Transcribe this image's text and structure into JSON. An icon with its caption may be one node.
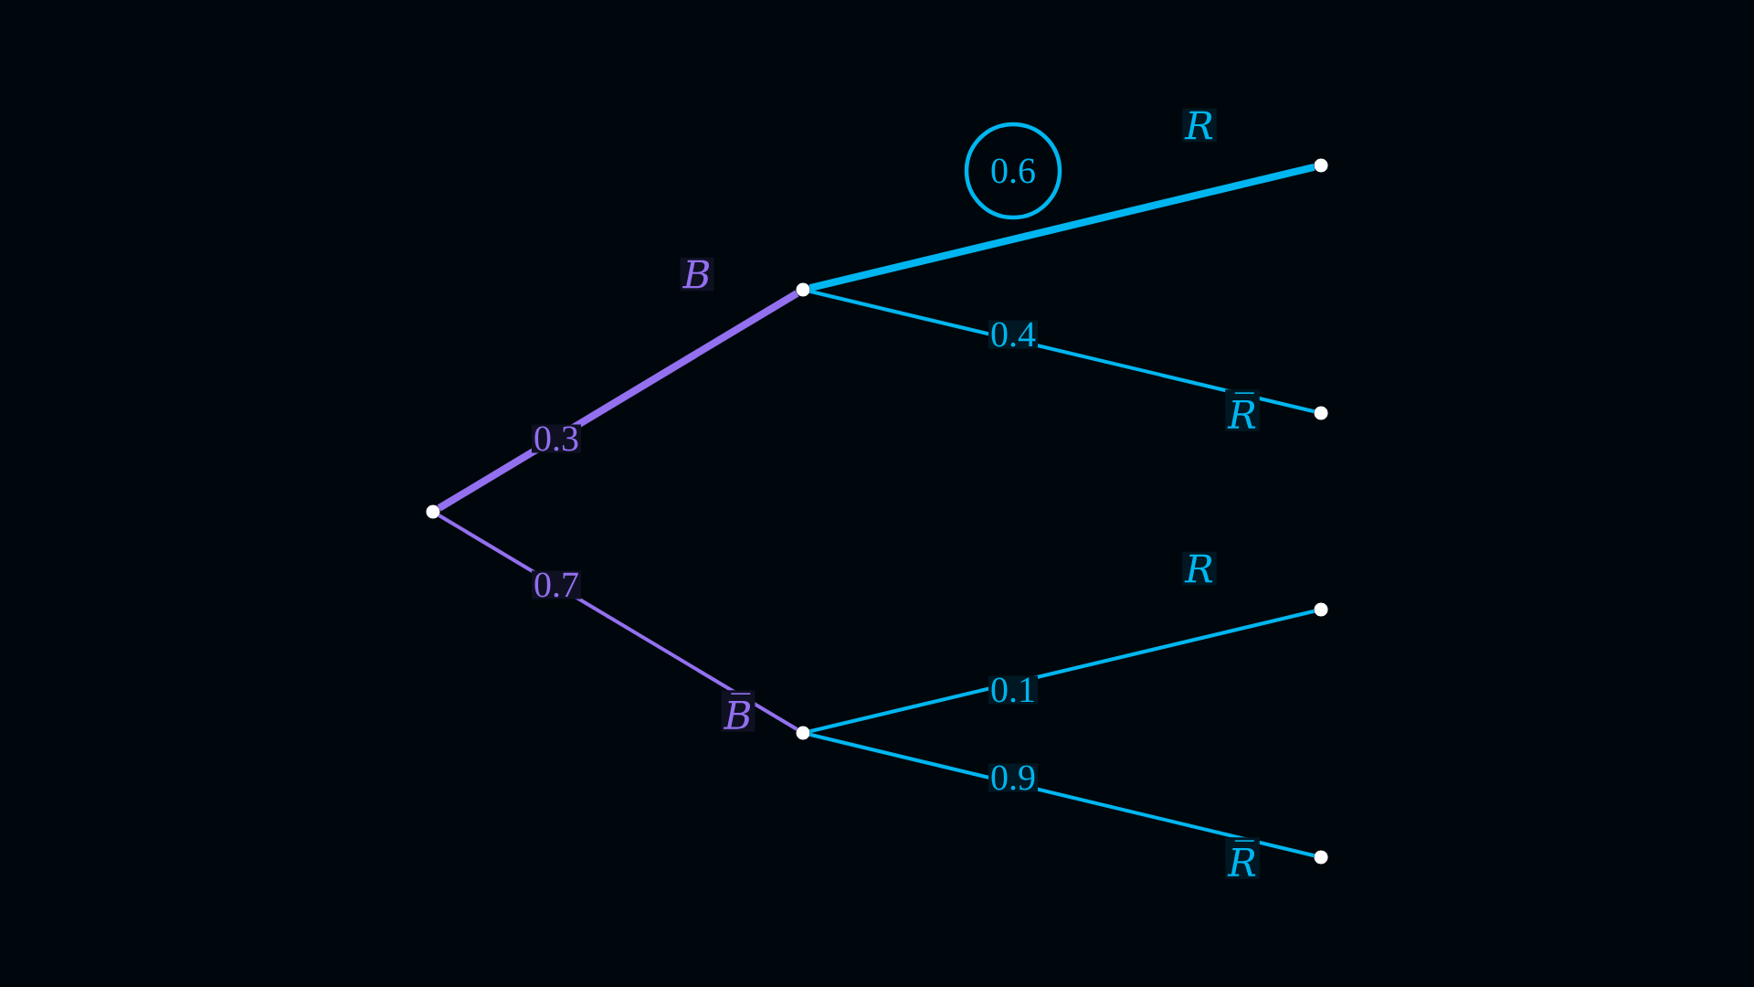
{
  "diagram": {
    "nodes": [
      {
        "text": [],
        "shape": "circle"
      },
      {
        "text": [],
        "shape": "circle",
        "beside": [
          "B"
        ]
      },
      {
        "text": [],
        "shape": "circle",
        "beside": [
          "B̅"
        ]
      },
      {
        "text": [],
        "shape": "circle",
        "beside": [
          "R"
        ]
      },
      {
        "text": [],
        "shape": "circle",
        "beside": [
          "R̅"
        ]
      },
      {
        "text": [],
        "shape": "circle",
        "beside": [
          "R"
        ]
      },
      {
        "text": [],
        "shape": "circle",
        "beside": [
          "R̅"
        ]
      }
    ],
    "edges": [
      {
        "from": 0,
        "to": 1,
        "arrow": "none",
        "label": "0.3",
        "style": "thick",
        "color": "#9370f0"
      },
      {
        "from": 0,
        "to": 2,
        "arrow": "none",
        "label": "0.7",
        "color": "#9370f0"
      },
      {
        "from": 1,
        "to": 3,
        "arrow": "none",
        "label": "0.6",
        "style": "thick"
      },
      {
        "from": 1,
        "to": 4,
        "arrow": "none",
        "label": "0.4"
      },
      {
        "from": 2,
        "to": 5,
        "arrow": "none",
        "label": "0.1"
      },
      {
        "from": 2,
        "to": 6,
        "arrow": "none",
        "label": "0.9"
      }
    ]
  }
}
